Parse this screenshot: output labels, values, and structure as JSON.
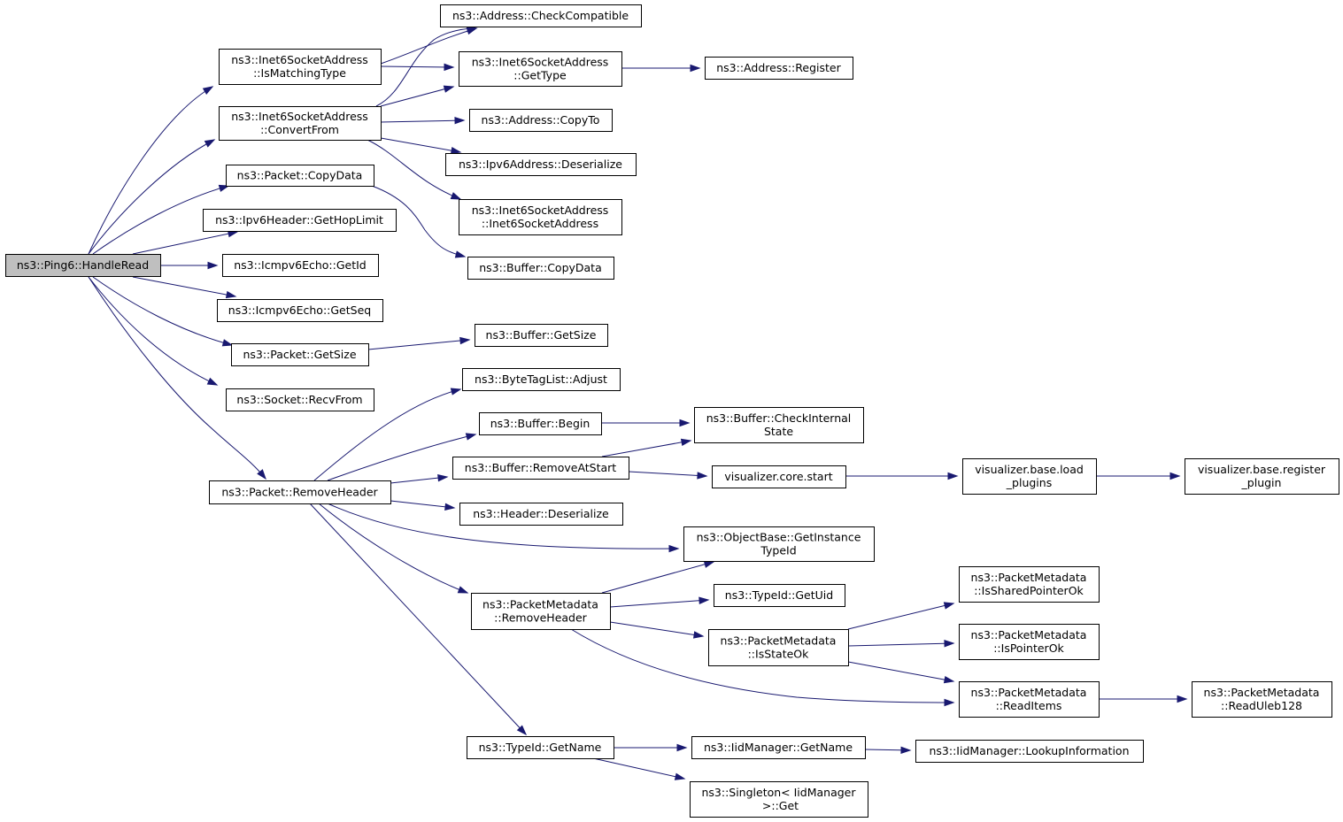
{
  "diagram": {
    "type": "call-graph",
    "root": "ns3::Ping6::HandleRead",
    "colors": {
      "edge": "#191970",
      "root_fill": "#bfbfbf",
      "node_fill": "#ffffff",
      "node_stroke": "#000000"
    },
    "nodes": [
      {
        "id": "handleread",
        "lines": [
          "ns3::Ping6::HandleRead"
        ],
        "root": true
      },
      {
        "id": "ismatching",
        "lines": [
          "ns3::Inet6SocketAddress",
          "::IsMatchingType"
        ]
      },
      {
        "id": "convertfrom",
        "lines": [
          "ns3::Inet6SocketAddress",
          "::ConvertFrom"
        ]
      },
      {
        "id": "packet-copydata",
        "lines": [
          "ns3::Packet::CopyData"
        ]
      },
      {
        "id": "hoplimit",
        "lines": [
          "ns3::Ipv6Header::GetHopLimit"
        ]
      },
      {
        "id": "getid",
        "lines": [
          "ns3::Icmpv6Echo::GetId"
        ]
      },
      {
        "id": "getseq",
        "lines": [
          "ns3::Icmpv6Echo::GetSeq"
        ]
      },
      {
        "id": "packet-getsize",
        "lines": [
          "ns3::Packet::GetSize"
        ]
      },
      {
        "id": "recvfrom",
        "lines": [
          "ns3::Socket::RecvFrom"
        ]
      },
      {
        "id": "packet-removeheader",
        "lines": [
          "ns3::Packet::RemoveHeader"
        ]
      },
      {
        "id": "checkcompatible",
        "lines": [
          "ns3::Address::CheckCompatible"
        ]
      },
      {
        "id": "gettype",
        "lines": [
          "ns3::Inet6SocketAddress",
          "::GetType"
        ]
      },
      {
        "id": "register",
        "lines": [
          "ns3::Address::Register"
        ]
      },
      {
        "id": "copyto",
        "lines": [
          "ns3::Address::CopyTo"
        ]
      },
      {
        "id": "ipv6-deserialize",
        "lines": [
          "ns3::Ipv6Address::Deserialize"
        ]
      },
      {
        "id": "inet6ctor",
        "lines": [
          "ns3::Inet6SocketAddress",
          "::Inet6SocketAddress"
        ]
      },
      {
        "id": "buffer-copydata",
        "lines": [
          "ns3::Buffer::CopyData"
        ]
      },
      {
        "id": "buffer-getsize",
        "lines": [
          "ns3::Buffer::GetSize"
        ]
      },
      {
        "id": "adjust",
        "lines": [
          "ns3::ByteTagList::Adjust"
        ]
      },
      {
        "id": "begin",
        "lines": [
          "ns3::Buffer::Begin"
        ]
      },
      {
        "id": "removeatstart",
        "lines": [
          "ns3::Buffer::RemoveAtStart"
        ]
      },
      {
        "id": "header-deserialize",
        "lines": [
          "ns3::Header::Deserialize"
        ]
      },
      {
        "id": "checkinternal",
        "lines": [
          "ns3::Buffer::CheckInternal",
          "State"
        ]
      },
      {
        "id": "vcorestart",
        "lines": [
          "visualizer.core.start"
        ]
      },
      {
        "id": "loadplugins",
        "lines": [
          "visualizer.base.load",
          "_plugins"
        ]
      },
      {
        "id": "registerplugin",
        "lines": [
          "visualizer.base.register",
          "_plugin"
        ]
      },
      {
        "id": "getinstancetypeid",
        "lines": [
          "ns3::ObjectBase::GetInstance",
          "TypeId"
        ]
      },
      {
        "id": "pm-removeheader",
        "lines": [
          "ns3::PacketMetadata",
          "::RemoveHeader"
        ]
      },
      {
        "id": "getuid",
        "lines": [
          "ns3::TypeId::GetUid"
        ]
      },
      {
        "id": "isstateok",
        "lines": [
          "ns3::PacketMetadata",
          "::IsStateOk"
        ]
      },
      {
        "id": "issharedptr",
        "lines": [
          "ns3::PacketMetadata",
          "::IsSharedPointerOk"
        ]
      },
      {
        "id": "isptr",
        "lines": [
          "ns3::PacketMetadata",
          "::IsPointerOk"
        ]
      },
      {
        "id": "readitems",
        "lines": [
          "ns3::PacketMetadata",
          "::ReadItems"
        ]
      },
      {
        "id": "readuleb",
        "lines": [
          "ns3::PacketMetadata",
          "::ReadUleb128"
        ]
      },
      {
        "id": "typeid-getname",
        "lines": [
          "ns3::TypeId::GetName"
        ]
      },
      {
        "id": "iid-getname",
        "lines": [
          "ns3::IidManager::GetName"
        ]
      },
      {
        "id": "lookupinfo",
        "lines": [
          "ns3::IidManager::LookupInformation"
        ]
      },
      {
        "id": "singleton-get",
        "lines": [
          "ns3::Singleton< IidManager",
          " >::Get"
        ]
      }
    ],
    "edges": [
      [
        "handleread",
        "ismatching"
      ],
      [
        "handleread",
        "convertfrom"
      ],
      [
        "handleread",
        "packet-copydata"
      ],
      [
        "handleread",
        "hoplimit"
      ],
      [
        "handleread",
        "getid"
      ],
      [
        "handleread",
        "getseq"
      ],
      [
        "handleread",
        "packet-getsize"
      ],
      [
        "handleread",
        "recvfrom"
      ],
      [
        "handleread",
        "packet-removeheader"
      ],
      [
        "ismatching",
        "checkcompatible"
      ],
      [
        "ismatching",
        "gettype"
      ],
      [
        "convertfrom",
        "checkcompatible"
      ],
      [
        "convertfrom",
        "gettype"
      ],
      [
        "convertfrom",
        "copyto"
      ],
      [
        "convertfrom",
        "ipv6-deserialize"
      ],
      [
        "convertfrom",
        "inet6ctor"
      ],
      [
        "gettype",
        "register"
      ],
      [
        "packet-copydata",
        "buffer-copydata"
      ],
      [
        "packet-getsize",
        "buffer-getsize"
      ],
      [
        "packet-removeheader",
        "adjust"
      ],
      [
        "packet-removeheader",
        "begin"
      ],
      [
        "packet-removeheader",
        "removeatstart"
      ],
      [
        "packet-removeheader",
        "header-deserialize"
      ],
      [
        "packet-removeheader",
        "getinstancetypeid"
      ],
      [
        "packet-removeheader",
        "pm-removeheader"
      ],
      [
        "packet-removeheader",
        "typeid-getname"
      ],
      [
        "begin",
        "checkinternal"
      ],
      [
        "removeatstart",
        "checkinternal"
      ],
      [
        "removeatstart",
        "vcorestart"
      ],
      [
        "vcorestart",
        "loadplugins"
      ],
      [
        "loadplugins",
        "registerplugin"
      ],
      [
        "pm-removeheader",
        "getinstancetypeid"
      ],
      [
        "pm-removeheader",
        "getuid"
      ],
      [
        "pm-removeheader",
        "isstateok"
      ],
      [
        "pm-removeheader",
        "readitems"
      ],
      [
        "isstateok",
        "issharedptr"
      ],
      [
        "isstateok",
        "isptr"
      ],
      [
        "isstateok",
        "readitems"
      ],
      [
        "readitems",
        "readuleb"
      ],
      [
        "typeid-getname",
        "iid-getname"
      ],
      [
        "typeid-getname",
        "singleton-get"
      ],
      [
        "iid-getname",
        "lookupinfo"
      ]
    ]
  }
}
